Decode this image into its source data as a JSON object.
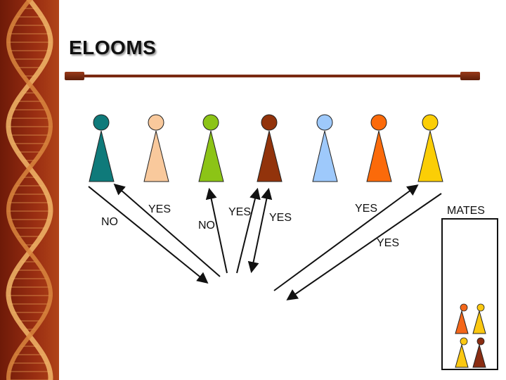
{
  "title": "ELOOMS",
  "colors": {
    "sidebar": "#8a2410",
    "rule": "#7a2a12",
    "figures": [
      "#0f7a7a",
      "#f9c99c",
      "#8cc416",
      "#92330b",
      "#9ec9fb",
      "#fb6a0a",
      "#fbce06"
    ],
    "mates": [
      "#f4671a",
      "#fbc811",
      "#fbc811",
      "#8a2d12"
    ]
  },
  "labels": {
    "no_left": "NO",
    "yes_left": "YES",
    "no_mid": "NO",
    "yes_mid": "YES",
    "yes_center": "YES",
    "yes_right": "YES",
    "yes_lower": "YES",
    "mates": "MATES"
  }
}
